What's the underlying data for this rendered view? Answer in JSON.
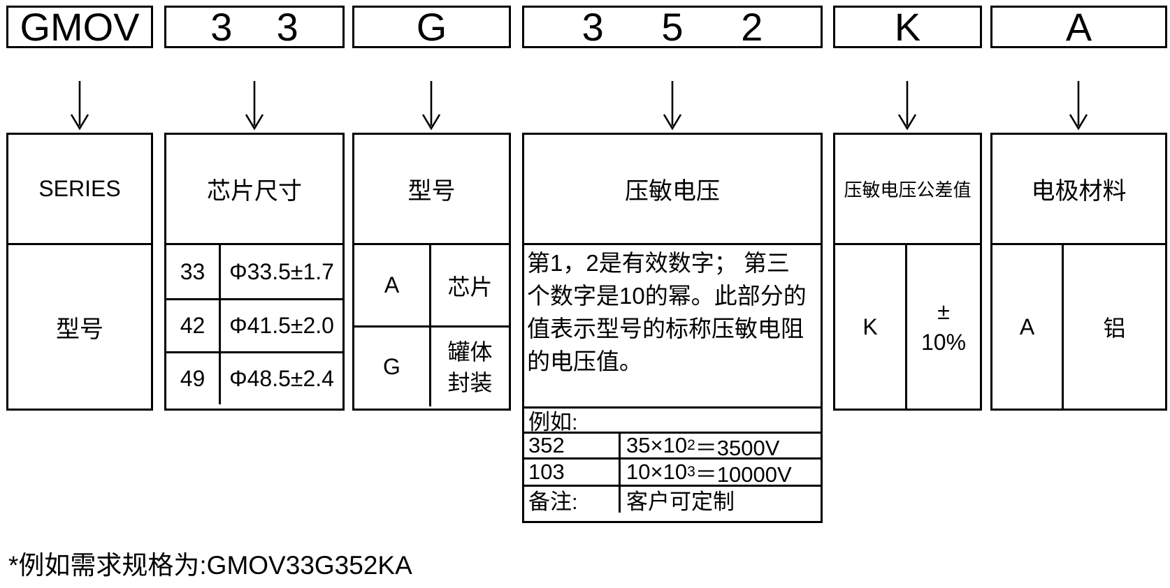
{
  "columns": [
    {
      "code": "GMOV",
      "header": "SERIES",
      "body": "型号"
    },
    {
      "digits": [
        "3",
        "3"
      ],
      "header": "芯片尺寸",
      "rows": [
        {
          "code": "33",
          "value": "Φ33.5±1.7"
        },
        {
          "code": "42",
          "value": "Φ41.5±2.0"
        },
        {
          "code": "49",
          "value": "Φ48.5±2.4"
        }
      ]
    },
    {
      "code": "G",
      "header": "型号",
      "rows": [
        {
          "code": "A",
          "value": "芯片"
        },
        {
          "code": "G",
          "value": "罐体\n封装"
        }
      ]
    },
    {
      "digits": [
        "3",
        "5",
        "2"
      ],
      "header": "压敏电压",
      "description": "第1，2是有效数字； 第三\n个数字是10的幂。此部分的\n值表示型号的标称压敏电阻\n的电压值。",
      "example_label": "例如:",
      "examples": [
        {
          "code": "352",
          "base": "35×10",
          "sup": "2",
          "result": "＝3500V"
        },
        {
          "code": "103",
          "base": "10×10",
          "sup": "3",
          "result": "＝10000V"
        }
      ],
      "note": {
        "label": "备注:",
        "value": "客户可定制"
      }
    },
    {
      "code": "K",
      "header": "压敏电压公差值",
      "rows": [
        {
          "code": "K",
          "value": "±\n10%"
        }
      ]
    },
    {
      "code": "A",
      "header": "电极材料",
      "rows": [
        {
          "code": "A",
          "value": "铝"
        }
      ]
    }
  ],
  "footnote": "*例如需求规格为:GMOV33G352KA",
  "colors": {
    "line": "#000000",
    "background": "#ffffff"
  }
}
